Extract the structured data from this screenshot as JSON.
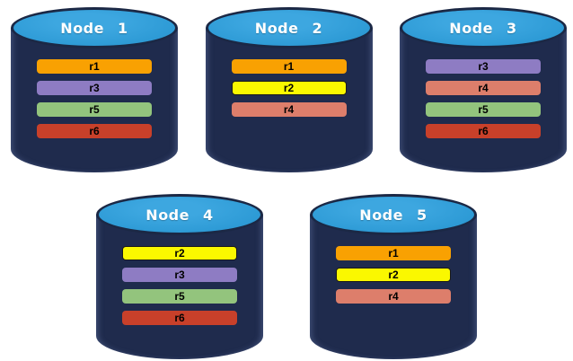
{
  "diagram": {
    "nodes": [
      {
        "label": "Node 1",
        "row": 1,
        "replicas": [
          {
            "label": "r1",
            "color": "#F9A102"
          },
          {
            "label": "r3",
            "color": "#8E7CC3"
          },
          {
            "label": "r5",
            "color": "#93C47D"
          },
          {
            "label": "r6",
            "color": "#C8402A"
          }
        ]
      },
      {
        "label": "Node 2",
        "row": 1,
        "replicas": [
          {
            "label": "r1",
            "color": "#F9A102"
          },
          {
            "label": "r2",
            "color": "#FAF800",
            "border": "#1A1A1A"
          },
          {
            "label": "r4",
            "color": "#DD7E6B"
          }
        ]
      },
      {
        "label": "Node 3",
        "row": 1,
        "replicas": [
          {
            "label": "r3",
            "color": "#8E7CC3"
          },
          {
            "label": "r4",
            "color": "#DD7E6B"
          },
          {
            "label": "r5",
            "color": "#93C47D"
          },
          {
            "label": "r6",
            "color": "#C8402A"
          }
        ]
      },
      {
        "label": "Node 4",
        "row": 2,
        "replicas": [
          {
            "label": "r2",
            "color": "#FAF800",
            "border": "#1A1A1A"
          },
          {
            "label": "r3",
            "color": "#8E7CC3"
          },
          {
            "label": "r5",
            "color": "#93C47D"
          },
          {
            "label": "r6",
            "color": "#C8402A"
          }
        ]
      },
      {
        "label": "Node 5",
        "row": 2,
        "replicas": [
          {
            "label": "r1",
            "color": "#F9A102"
          },
          {
            "label": "r2",
            "color": "#FAF800",
            "border": "#1A1A1A"
          },
          {
            "label": "r4",
            "color": "#DD7E6B"
          }
        ]
      }
    ],
    "colors": {
      "cylinder_body": "#1F2B4D",
      "cylinder_top": "#2E9BD6",
      "cylinder_outline": "#1B2845",
      "node_label_text": "#FFFFFF",
      "replica_label_text": "#000000",
      "background": "#FFFFFF"
    }
  }
}
